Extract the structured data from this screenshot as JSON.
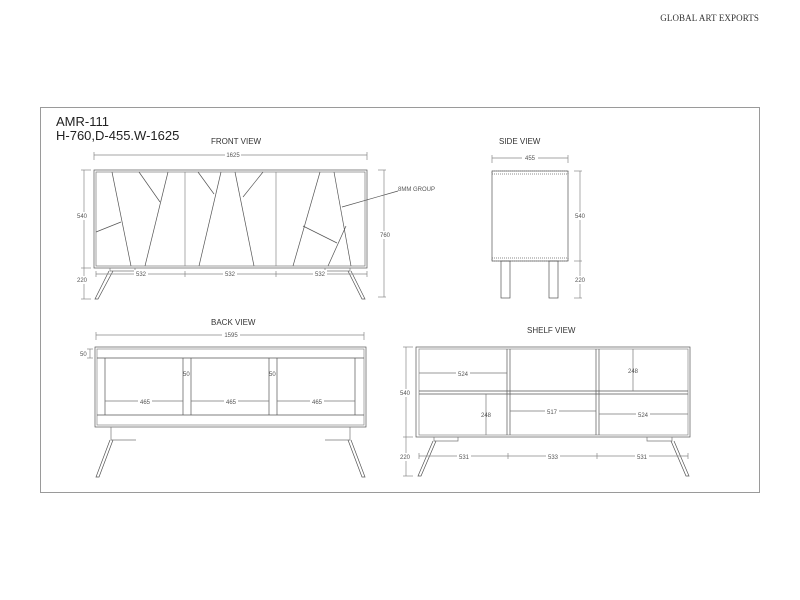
{
  "header": {
    "brand": "GLOBAL ART EXPORTS"
  },
  "drawing": {
    "model_code": "AMR-111",
    "overall_dimensions": "H-760,D-455.W-1625",
    "views": {
      "front": {
        "title": "FRONT VIEW",
        "width": "1625",
        "body_height": "540",
        "leg_height": "220",
        "total_height": "760",
        "door_widths": [
          "532",
          "532",
          "532"
        ],
        "callout": "8MM GROUP"
      },
      "side": {
        "title": "SIDE VIEW",
        "depth": "455",
        "body_height": "540",
        "leg_height": "220"
      },
      "back": {
        "title": "BACK VIEW",
        "width": "1595",
        "top_rail": "50",
        "divider_1": "50",
        "divider_2": "50",
        "bay_widths": [
          "465",
          "465",
          "465"
        ]
      },
      "shelf": {
        "title": "SHELF  VIEW",
        "body_height": "540",
        "leg_height": "220",
        "left_shelf_width": "524",
        "left_lower_height": "248",
        "middle_shelf_width": "517",
        "right_upper_height": "248",
        "right_shelf_width": "524",
        "bay_widths": [
          "531",
          "533",
          "531"
        ]
      }
    }
  }
}
